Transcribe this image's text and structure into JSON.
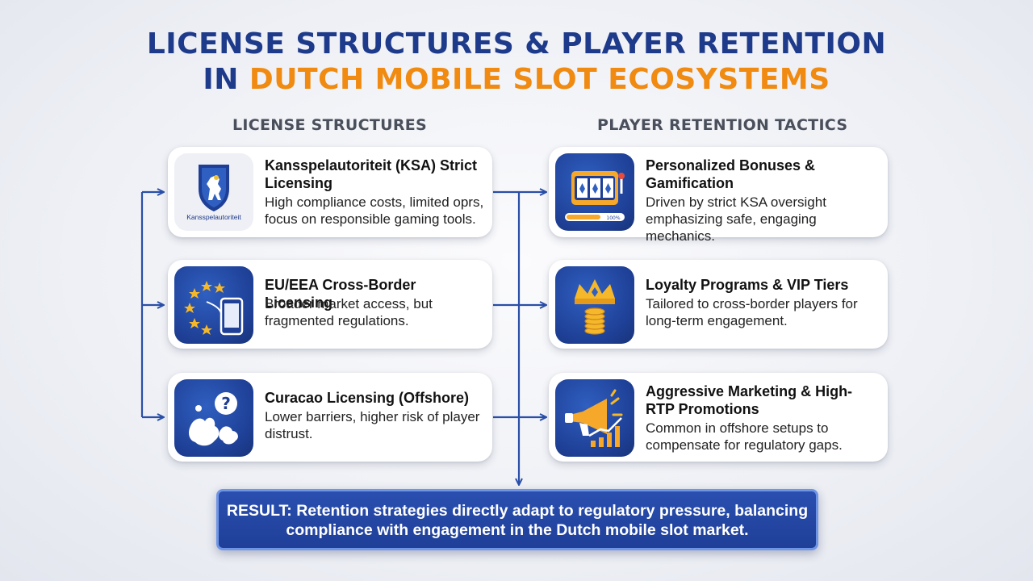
{
  "title": {
    "line1": "LICENSE STRUCTURES & PLAYER RETENTION",
    "line2_prefix": "IN",
    "line2_highlight": "DUTCH MOBILE SLOT ECOSYSTEMS"
  },
  "colors": {
    "navy": "#1e3a8a",
    "orange": "#f08a10",
    "accent_blue": "#2f5fc0"
  },
  "left_column": {
    "heading": "LICENSE STRUCTURES",
    "cards": [
      {
        "icon": "lion-shield-icon",
        "icon_caption": "Kansspelautoriteit",
        "title": "Kansspelautoriteit (KSA) Strict Licensing",
        "description": "High compliance costs, limited oprs, focus on responsible gaming tools."
      },
      {
        "icon": "eu-stars-phone-icon",
        "title": "EU/EEA Cross-Border Licensing",
        "description": "Broader market access, but fragmented regulations."
      },
      {
        "icon": "island-question-icon",
        "title": "Curacao Licensing (Offshore)",
        "description": "Lower barriers, higher risk of player distrust."
      }
    ]
  },
  "right_column": {
    "heading": "PLAYER RETENTION TACTICS",
    "cards": [
      {
        "icon": "slot-machine-icon",
        "icon_caption": "100%",
        "title": "Personalized Bonuses & Gamification",
        "description": "Driven by strict KSA oversight emphasizing safe, engaging mechanics."
      },
      {
        "icon": "crown-coins-icon",
        "title": "Loyalty Programs & VIP Tiers",
        "description": "Tailored to cross-border players for long-term engagement."
      },
      {
        "icon": "megaphone-chart-icon",
        "title": "Aggressive Marketing & High-RTP Promotions",
        "description": "Common in offshore setups to compensate for regulatory gaps."
      }
    ]
  },
  "result": "RESULT: Retention strategies directly adapt to regulatory pressure, balancing compliance with engagement in the Dutch mobile slot market."
}
